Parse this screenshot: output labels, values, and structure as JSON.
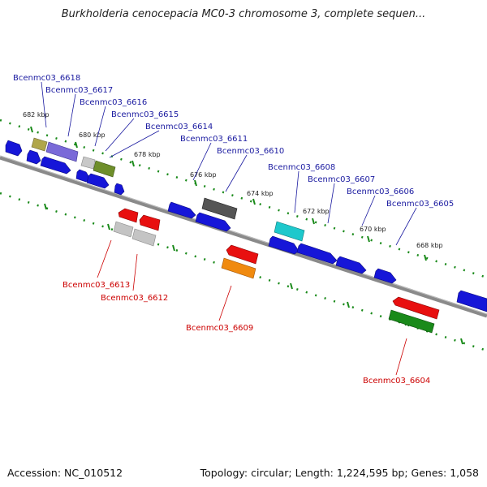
{
  "title": "Burkholderia cenocepacia MC0-3 chromosome 3, complete sequen...",
  "footer": {
    "accession": "Accession: NC_010512",
    "summary": "Topology: circular; Length: 1,224,595 bp; Genes: 1,058"
  },
  "colors": {
    "backbone": "#777777",
    "tick": "#1a8a1a",
    "forward_label": "#1a1aa0",
    "reverse_label": "#cc0000"
  },
  "ticks": [
    "682 kbp",
    "680 kbp",
    "678 kbp",
    "676 kbp",
    "674 kbp",
    "672 kbp",
    "670 kbp",
    "668 kbp"
  ],
  "forward_labels": [
    "Bcenmc03_6618",
    "Bcenmc03_6617",
    "Bcenmc03_6616",
    "Bcenmc03_6615",
    "Bcenmc03_6614",
    "Bcenmc03_6611",
    "Bcenmc03_6610",
    "Bcenmc03_6608",
    "Bcenmc03_6607",
    "Bcenmc03_6606",
    "Bcenmc03_6605"
  ],
  "reverse_labels": [
    "Bcenmc03_6613",
    "Bcenmc03_6612",
    "Bcenmc03_6609",
    "Bcenmc03_6604"
  ]
}
